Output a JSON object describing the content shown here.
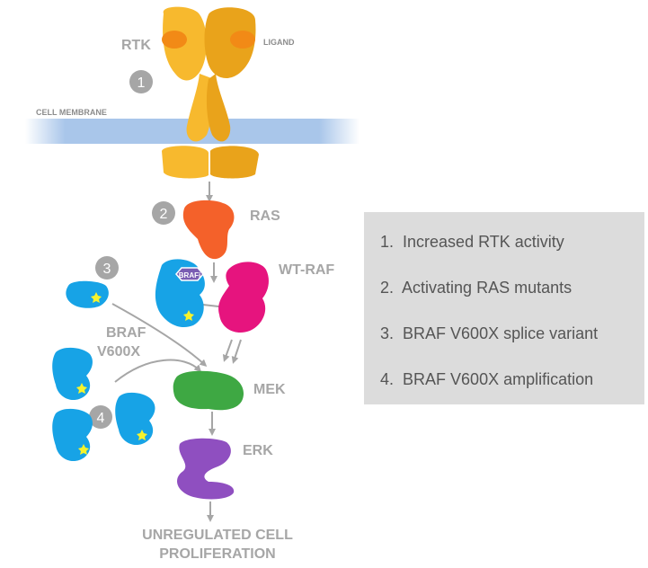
{
  "labels": {
    "rtk": "RTK",
    "ligand": "LIGAND",
    "cell_membrane": "CELL MEMBRANE",
    "ras": "RAS",
    "wt_raf": "WT-RAF",
    "brafi": "BRAFi",
    "braf_line1": "BRAF",
    "braf_line2": "V600X",
    "mek": "MEK",
    "erk": "ERK",
    "outcome_line1": "UNREGULATED CELL",
    "outcome_line2": "PROLIFERATION"
  },
  "steps": [
    "1",
    "2",
    "3",
    "4"
  ],
  "legend": [
    {
      "num": "1.",
      "text": "Increased RTK activity"
    },
    {
      "num": "2.",
      "text": "Activating RAS mutants"
    },
    {
      "num": "3.",
      "text": "BRAF V600X splice variant"
    },
    {
      "num": "4.",
      "text": "BRAF V600X amplification"
    }
  ],
  "colors": {
    "rtk": "#f7b92e",
    "rtk_dark": "#e9a31b",
    "ligand": "#f28a16",
    "membrane": "#a9c6ea",
    "ras": "#f4612a",
    "braf": "#17a3e6",
    "wt_raf": "#e6147e",
    "mek": "#3ea843",
    "erk": "#8f4fc0",
    "brafi": "#7a5db3",
    "star": "#f6f32b",
    "arrow": "#a6a6a6",
    "badge": "#a6a6a6",
    "legend_bg": "#dcdcdc"
  }
}
